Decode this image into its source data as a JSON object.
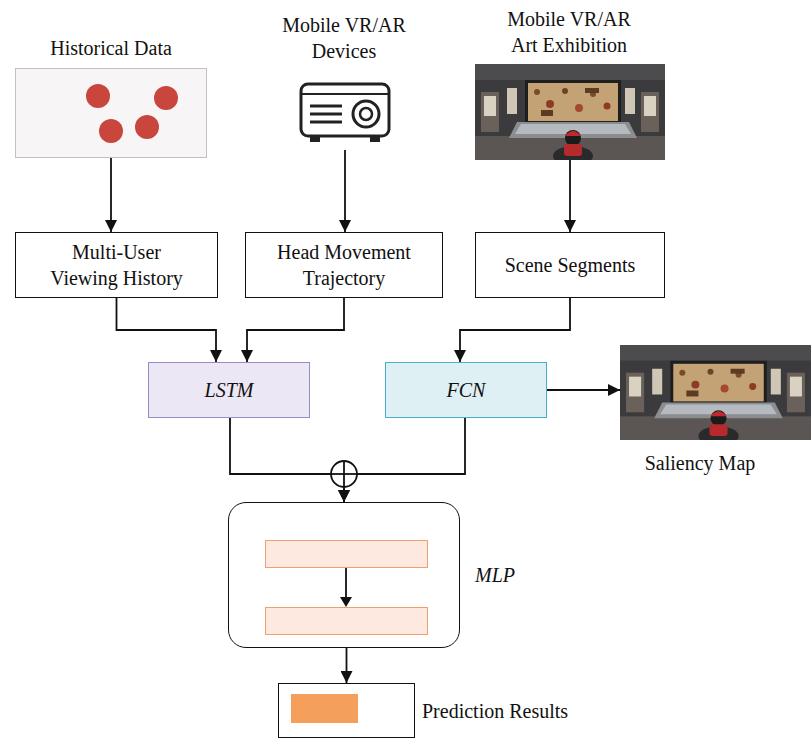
{
  "diagram": {
    "nodes": [
      {
        "text": [
          "Historical Data"
        ]
      },
      {
        "text": [
          "Mobile VR/AR Devices"
        ]
      },
      {
        "text": [
          "Mobile VR/AR Art Exhibition"
        ]
      },
      {
        "text": [
          "Multi-User Viewing History"
        ]
      },
      {
        "text": [
          "Head Movement Trajectory"
        ]
      },
      {
        "text": [
          "Scene Segments"
        ]
      },
      {
        "text": [
          "LSTM"
        ]
      },
      {
        "text": [
          "FCN"
        ]
      },
      {
        "text": [
          "Saliency Map"
        ]
      },
      {
        "text": [
          "MLP"
        ]
      },
      {
        "text": [
          "Prediction Results"
        ]
      }
    ],
    "edges": [
      {
        "from": 0,
        "to": 3,
        "arrow": "to"
      },
      {
        "from": 1,
        "to": 4,
        "arrow": "to"
      },
      {
        "from": 2,
        "to": 5,
        "arrow": "to"
      },
      {
        "from": 3,
        "to": 6,
        "arrow": "to"
      },
      {
        "from": 4,
        "to": 6,
        "arrow": "to"
      },
      {
        "from": 5,
        "to": 7,
        "arrow": "to"
      },
      {
        "from": 7,
        "to": 8,
        "arrow": "to"
      },
      {
        "from": 6,
        "to": 9,
        "arrow": "to"
      },
      {
        "from": 7,
        "to": 9,
        "arrow": "to"
      },
      {
        "from": 9,
        "to": 10,
        "arrow": "to"
      }
    ]
  }
}
